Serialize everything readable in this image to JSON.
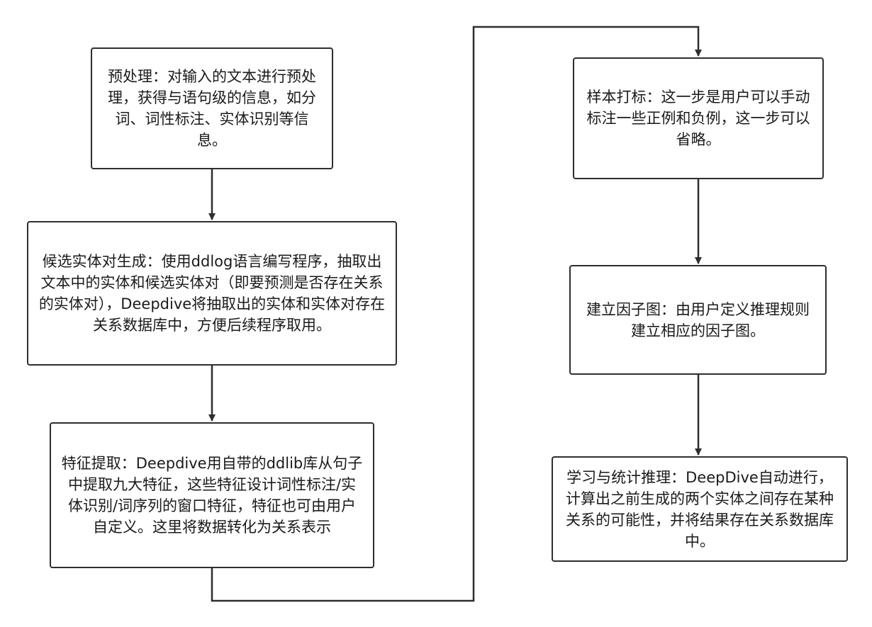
{
  "steps": [
    {
      "text": "预处理：对输入的文本进行预处理，获得与语句级的信息，如分词、词性标注、实体识别等信息。"
    },
    {
      "text": "候选实体对生成：使用ddlog语言编写程序，抽取出文本中的实体和候选实体对（即要预测是否存在关系的实体对），Deepdive将抽取出的实体和实体对存在关系数据库中，方便后续程序取用。"
    },
    {
      "text": "特征提取：Deepdive用自带的ddlib库从句子中提取九大特征，这些特征设计词性标注/实体识别/词序列的窗口特征，特征也可由用户自定义。这里将数据转化为关系表示"
    },
    {
      "text": "样本打标：这一步是用户可以手动标注一些正例和负例，这一步可以省略。"
    },
    {
      "text": "建立因子图：由用户定义推理规则建立相应的因子图。"
    },
    {
      "text": "学习与统计推理：DeepDive自动进行，计算出之前生成的两个实体之间存在某种关系的可能性，并将结果存在关系数据库中。"
    }
  ],
  "colors": {
    "stroke": "#2e2e2e",
    "text": "#1a1a1a",
    "background": "#ffffff"
  }
}
